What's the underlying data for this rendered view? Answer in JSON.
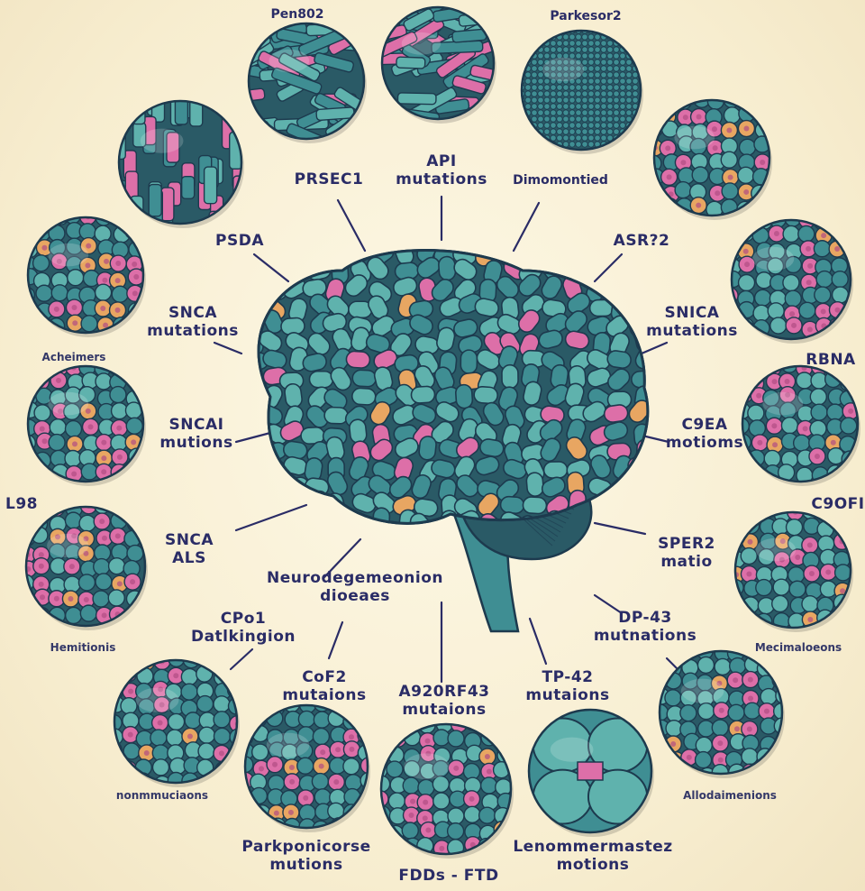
{
  "center_label": {
    "line1": "Neurodegemeonion",
    "line2": "dioeaes"
  },
  "labels": {
    "pen": "Pen802",
    "api": {
      "line1": "API",
      "line2": "mutations"
    },
    "parkesor": "Parkesor2",
    "prsec": "PRSEC1",
    "dimomontied": "Dimomontied",
    "psda": "PSDA",
    "asr": "ASR?2",
    "snca1": {
      "line1": "SNCA",
      "line2": "mutations"
    },
    "snica": {
      "line1": "SNICA",
      "line2": "mutations"
    },
    "acheimers": "Acheimers",
    "rbna": "RBNA",
    "sncai": {
      "line1": "SNCAI",
      "line2": "mutions"
    },
    "c9ea": {
      "line1": "C9EA",
      "line2": "motioms"
    },
    "l98": "L98",
    "c9ofi": "C9OFI",
    "snca_als": {
      "line1": "SNCA",
      "line2": "ALS"
    },
    "sper": {
      "line1": "SPER2",
      "line2": "matio"
    },
    "cpo": {
      "line1": "CPo1",
      "line2": "Datlkingion"
    },
    "hemitionis": "Hemitionis",
    "dp43": {
      "line1": "DP-43",
      "line2": "mutnations"
    },
    "mecimaloeons": "Mecimaloeons",
    "cof2": {
      "line1": "CoF2",
      "line2": "mutaions"
    },
    "a920": {
      "line1": "A920RF43",
      "line2": "mutaions"
    },
    "tp42": {
      "line1": "TP-42",
      "line2": "mutaions"
    },
    "nonmu": "nonmmuciaons",
    "allo": "Allodaimenions",
    "parkpo": {
      "line1": "Parkponicorse",
      "line2": "mutions"
    },
    "fdd": "FDDs - FTD",
    "leno": {
      "line1": "Lenommermastez",
      "line2": "motions"
    }
  },
  "spheres": [
    {
      "name": "pen802-sphere",
      "style": "rods"
    },
    {
      "name": "api-sphere",
      "style": "rods"
    },
    {
      "name": "parkesor2-sphere",
      "style": "fine"
    },
    {
      "name": "prsec1-sphere",
      "style": "columns"
    },
    {
      "name": "upper-right-sphere",
      "style": "cells"
    },
    {
      "name": "acheimers-sphere",
      "style": "cells"
    },
    {
      "name": "rbna-sphere",
      "style": "cells"
    },
    {
      "name": "sncai-sphere",
      "style": "cells"
    },
    {
      "name": "c9ea-sphere",
      "style": "cells"
    },
    {
      "name": "hemitionis-sphere",
      "style": "cells"
    },
    {
      "name": "c9ofi-sphere",
      "style": "cells"
    },
    {
      "name": "cpo1-sphere",
      "style": "cells"
    },
    {
      "name": "mecimaloeons-sphere",
      "style": "cells"
    },
    {
      "name": "parkponicorse-sphere",
      "style": "cells"
    },
    {
      "name": "fdd-sphere",
      "style": "cells"
    },
    {
      "name": "lenommermastez-sphere",
      "style": "quad"
    },
    {
      "name": "allodaimenions-sphere",
      "style": "cells"
    }
  ],
  "colors": {
    "teal": "#3f8e93",
    "teal_light": "#5fb2ad",
    "teal_dark": "#2a5a66",
    "outline": "#1d3a4e",
    "pink": "#dd6fa8",
    "orange": "#e8a662",
    "text": "#2a2c66"
  }
}
